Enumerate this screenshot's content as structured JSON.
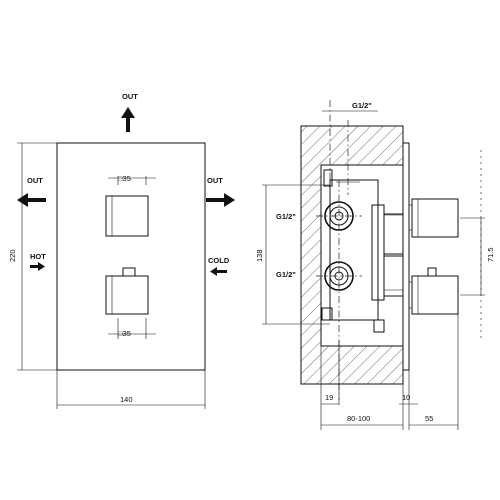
{
  "front_view": {
    "out_top": "OUT",
    "out_left": "OUT",
    "out_right": "OUT",
    "hot": "HOT",
    "cold": "COLD",
    "knob_top_size": "□35",
    "knob_bottom_size": "□35",
    "height_dim": "220",
    "width_dim": "140"
  },
  "side_view": {
    "thread_top": "G1/2\"",
    "thread_upper": "G1/2\"",
    "thread_lower": "G1/2\"",
    "height_dim_inner": "138",
    "height_dim_right": "71.5",
    "dim_19": "19",
    "dim_depth": "80-100",
    "dim_10": "10",
    "dim_55": "55"
  }
}
